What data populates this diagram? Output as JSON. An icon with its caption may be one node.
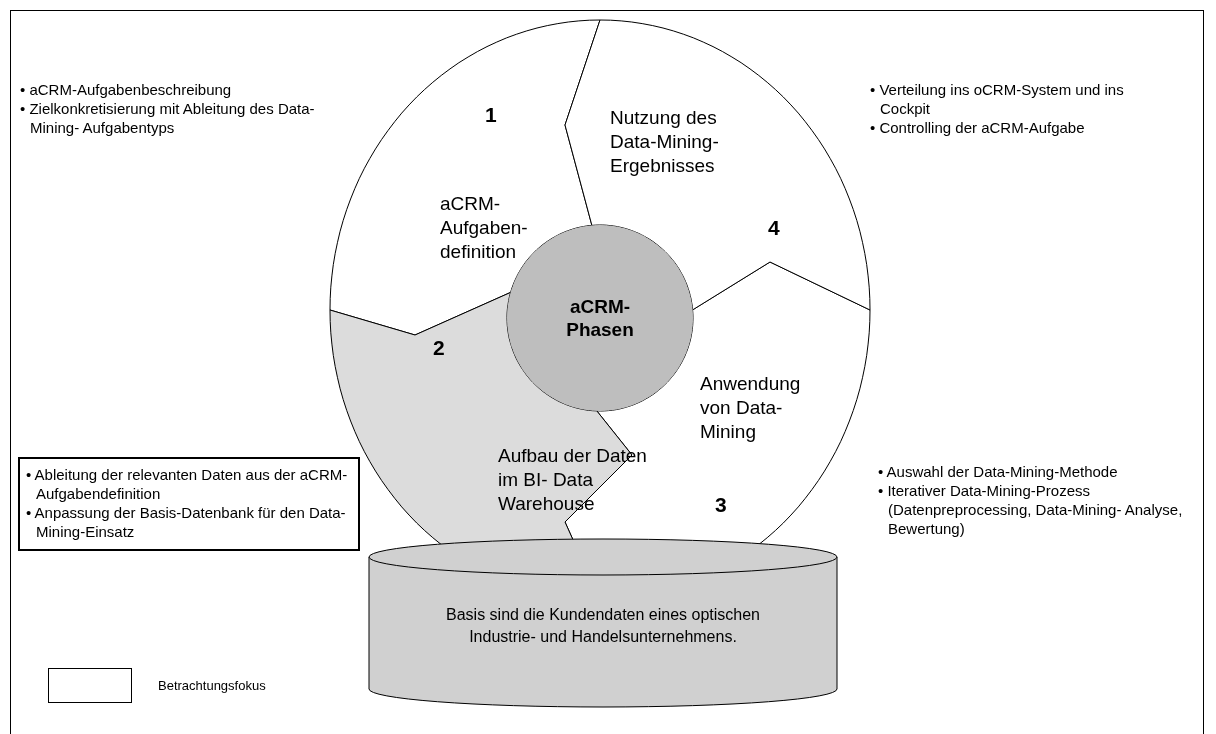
{
  "diagram": {
    "nodes": [
      {
        "text": [
          "aCRM- Phasen"
        ]
      },
      {
        "text": [
          "1",
          "aCRM- Aufgaben- definition"
        ]
      },
      {
        "text": [
          "2",
          "Aufbau der Daten im BI- Data Warehouse"
        ]
      },
      {
        "text": [
          "Anwendung von Data- Mining",
          "3"
        ]
      },
      {
        "text": [
          "Nutzung des Data-Mining- Ergebnisses",
          "4"
        ]
      },
      {
        "text": [
          "• Ableitung der relevanten Daten aus der aCRM-Aufgabendefinition",
          "• Anpassung der Basis-Datenbank für den Data-Mining-Einsatz"
        ]
      },
      {
        "text": [
          "Basis sind die Kundendaten eines optischen Industrie- und Handelsunternehmens."
        ]
      }
    ],
    "edges": [],
    "labels": [
      "• aCRM-Aufgabenbeschreibung",
      "• Zielkonkretisierung mit Ableitung des Data-Mining- Aufgabentyps",
      "• Verteilung ins oCRM-System und ins Cockpit",
      "• Controlling der aCRM-Aufgabe",
      "• Auswahl der Data-Mining-Methode",
      "• Iterativer Data-Mining-Prozess (Datenpreprocessing, Data-Mining- Analyse, Bewertung)"
    ],
    "legend": [
      {
        "text": "Betrachtungsfokus"
      }
    ]
  }
}
